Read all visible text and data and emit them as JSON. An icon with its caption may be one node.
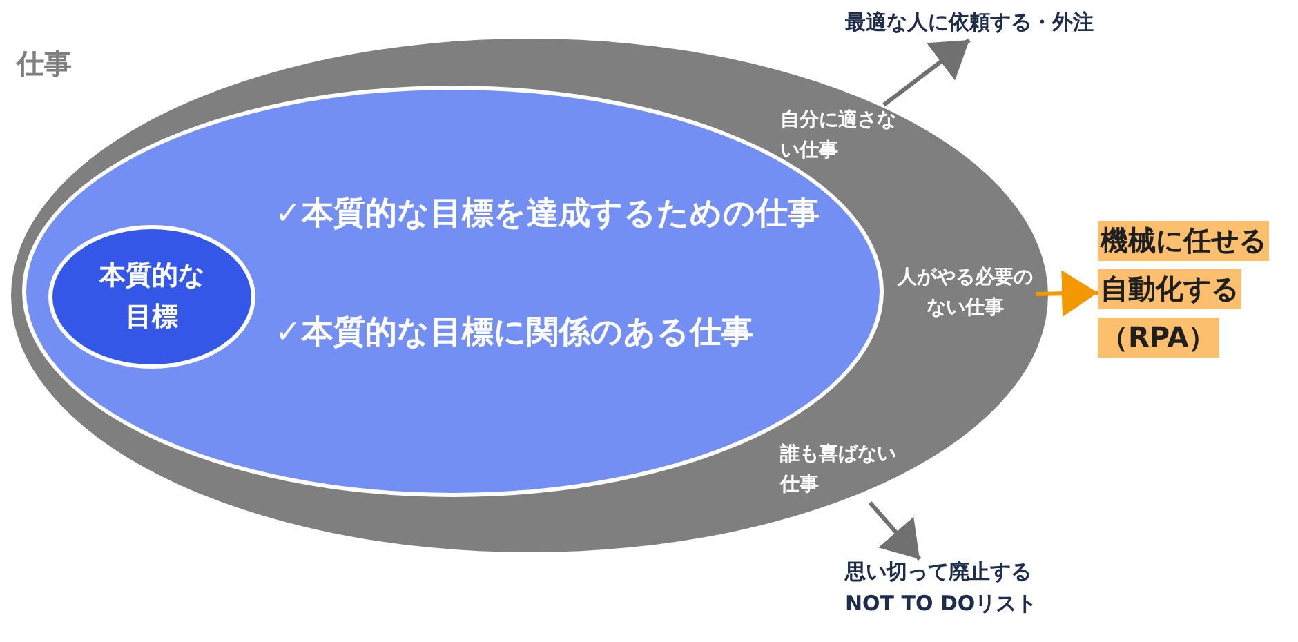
{
  "diagram": {
    "nodes": [
      {
        "text": [
          "仕事"
        ]
      },
      {
        "text": [
          "✓本質的な目標を達成するための仕事",
          "✓本質的な目標に関係のある仕事"
        ],
        "in": 0
      },
      {
        "text": [
          "本質的な目標"
        ],
        "in": 1
      },
      {
        "text": [
          "自分に適さない仕事"
        ],
        "in": 0
      },
      {
        "text": [
          "人がやる必要のない仕事"
        ],
        "in": 0
      },
      {
        "text": [
          "誰も喜ばない仕事"
        ],
        "in": 0
      },
      {
        "text": [
          "最適な人に依頼する・外注"
        ]
      },
      {
        "text": [
          "機械に任せる",
          "自動化する",
          "（RPA）"
        ]
      },
      {
        "text": [
          "思い切って廃止する",
          "NOT TO DOリスト"
        ]
      }
    ],
    "edges": [
      {
        "from": 3,
        "to": 6,
        "arrow": "to"
      },
      {
        "from": 4,
        "to": 7,
        "arrow": "to",
        "color": "#f39800"
      },
      {
        "from": 5,
        "to": 8,
        "arrow": "to"
      }
    ]
  }
}
